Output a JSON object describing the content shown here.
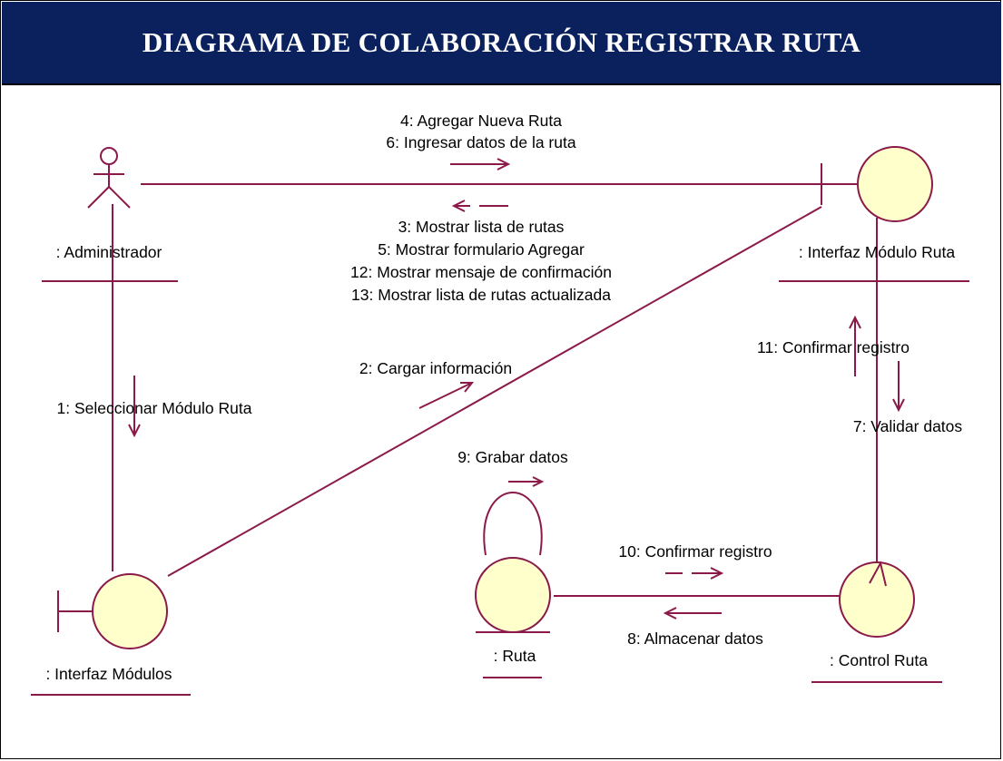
{
  "title": "DIAGRAMA DE COLABORACIÓN REGISTRAR RUTA",
  "colors": {
    "header_bg": "#0b215d",
    "header_text": "#ffffff",
    "line": "#8b1a4a",
    "object_fill": "#ffffcc"
  },
  "objects": {
    "administrador": {
      "label": ": Administrador",
      "kind": "actor"
    },
    "interfaz_modulo_ruta": {
      "label": ": Interfaz Módulo Ruta",
      "kind": "boundary"
    },
    "interfaz_modulos": {
      "label": ": Interfaz Módulos",
      "kind": "boundary"
    },
    "ruta": {
      "label": ": Ruta",
      "kind": "entity"
    },
    "control_ruta": {
      "label": ": Control Ruta",
      "kind": "control"
    }
  },
  "messages": {
    "m4": "4: Agregar Nueva Ruta",
    "m6": "6: Ingresar datos de la ruta",
    "m3": "3: Mostrar lista de rutas",
    "m5": "5: Mostrar formulario Agregar",
    "m12": "12: Mostrar mensaje de confirmación",
    "m13": "13: Mostrar lista de rutas actualizada",
    "m2": "2: Cargar información",
    "m1": "1: Seleccionar Módulo Ruta",
    "m11": "11: Confirmar registro",
    "m7": "7: Validar datos",
    "m9": "9: Grabar datos",
    "m10": "10: Confirmar registro",
    "m8": "8: Almacenar datos"
  }
}
